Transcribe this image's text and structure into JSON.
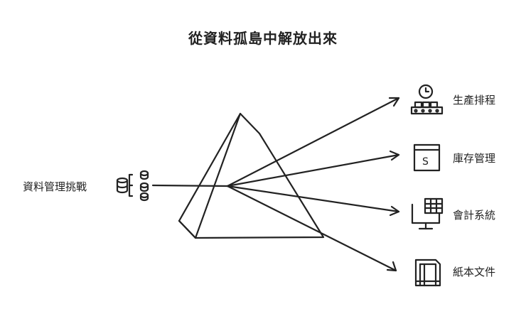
{
  "title": "從資料孤島中解放出來",
  "input": {
    "label": "資料管理挑戰",
    "icon": "database-icon"
  },
  "outputs": [
    {
      "label": "生產排程",
      "icon": "production-line-clock-icon"
    },
    {
      "label": "庫存管理",
      "icon": "inventory-box-icon"
    },
    {
      "label": "會計系統",
      "icon": "computer-spreadsheet-icon"
    },
    {
      "label": "紙本文件",
      "icon": "paper-document-icon"
    }
  ],
  "colors": {
    "ink": "#222222",
    "background": "#ffffff"
  }
}
